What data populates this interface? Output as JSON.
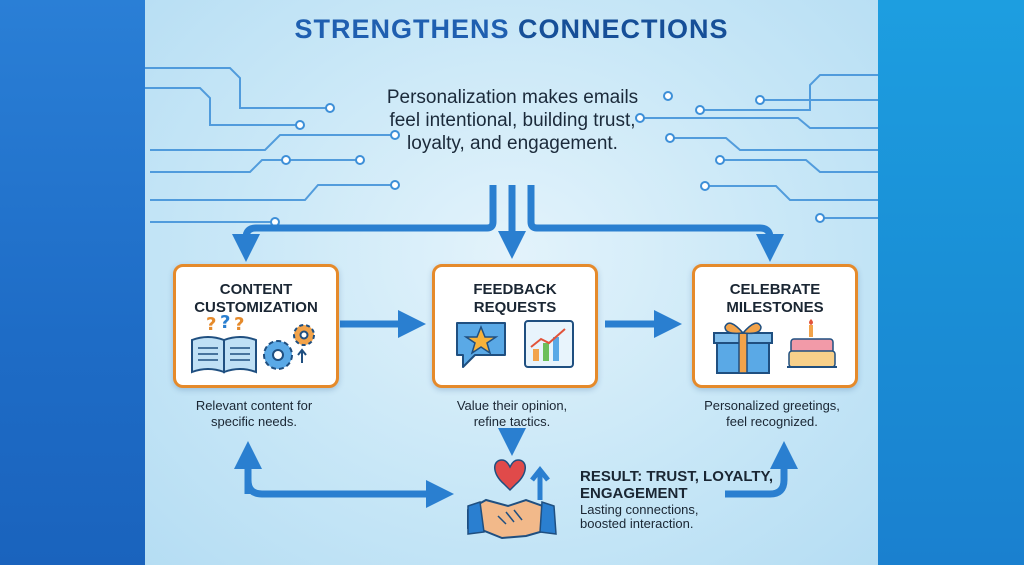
{
  "title": {
    "part1": "STRENGTHENS",
    "part2": "CONNECTIONS"
  },
  "intro": "Personalization makes emails feel intentional, building trust, loyalty, and engagement.",
  "cards": [
    {
      "title": "Content Customization",
      "description": "Relevant content for specific needs.",
      "icons": [
        "open-book-icon",
        "question-marks-icon",
        "gears-icon"
      ]
    },
    {
      "title": "Feedback Requests",
      "description": "Value their opinion, refine tactics.",
      "icons": [
        "star-speech-bubble-icon",
        "growth-chart-icon"
      ]
    },
    {
      "title": "Celebrate Milestones",
      "description": "Personalized greetings, feel recognized.",
      "icons": [
        "gift-box-icon",
        "birthday-cake-icon"
      ]
    }
  ],
  "result": {
    "title": "RESULT: TRUST, LOYALTY, ENGAGEMENT",
    "description": "Lasting connections, boosted interaction.",
    "icons": [
      "handshake-icon",
      "heart-icon",
      "up-arrow-icon"
    ]
  },
  "colors": {
    "card_border": "#e58a2b",
    "arrow": "#2a7fd0",
    "title": "#1f5fb0",
    "circuit": "#3d8fd8"
  }
}
